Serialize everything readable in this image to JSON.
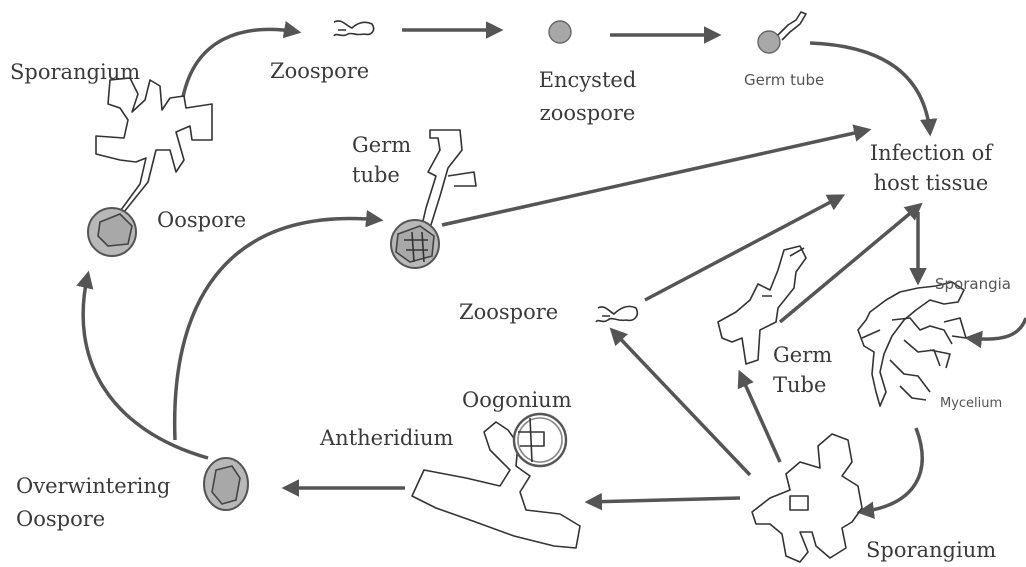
{
  "labels": {
    "sporangium_top": "Sporangium",
    "zoospore_top": "Zoospore",
    "encysted_zoospore": "Encysted zoospore",
    "germ_tube_top": "Germ tube",
    "infection": "Infection of host tissue",
    "germ_tube_mid": "Germ tube",
    "oospore_left": "Oospore",
    "zoospore_mid": "Zoospore",
    "sporangia_right": "Sporangia",
    "mycelium": "Mycelium",
    "germ_tube_lower": "Germ Tube",
    "oogonium": "Oogonium",
    "antheridium": "Antheridium",
    "overwintering_oospore": "Overwintering Oospore",
    "sporangium_bottom": "Sporangium"
  }
}
